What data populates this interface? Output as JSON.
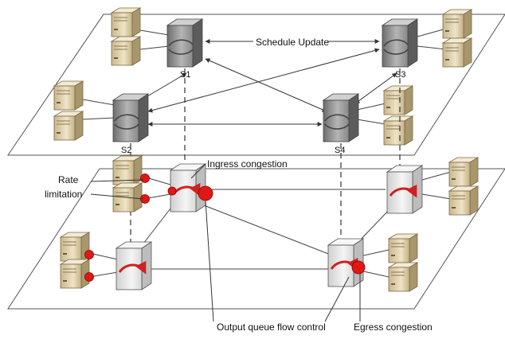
{
  "diagram": {
    "labels": {
      "schedule_update": "Schedule Update",
      "s1": "S1",
      "s2": "S2",
      "s3": "S3",
      "s4": "S4",
      "ingress_congestion": "Ingress congestion",
      "rate": "Rate",
      "limitation": "limitation",
      "output_queue_flow_control": "Output queue flow control",
      "egress_congestion": "Egress congestion"
    },
    "colors": {
      "plane_stroke": "#555555",
      "link": "#444444",
      "server_body": "#d9c9a3",
      "switch_body": "#9a9a9a",
      "switch_body_light": "#e9e9e9",
      "congestion_red": "#e01818",
      "arrow_red": "#d02020"
    }
  }
}
